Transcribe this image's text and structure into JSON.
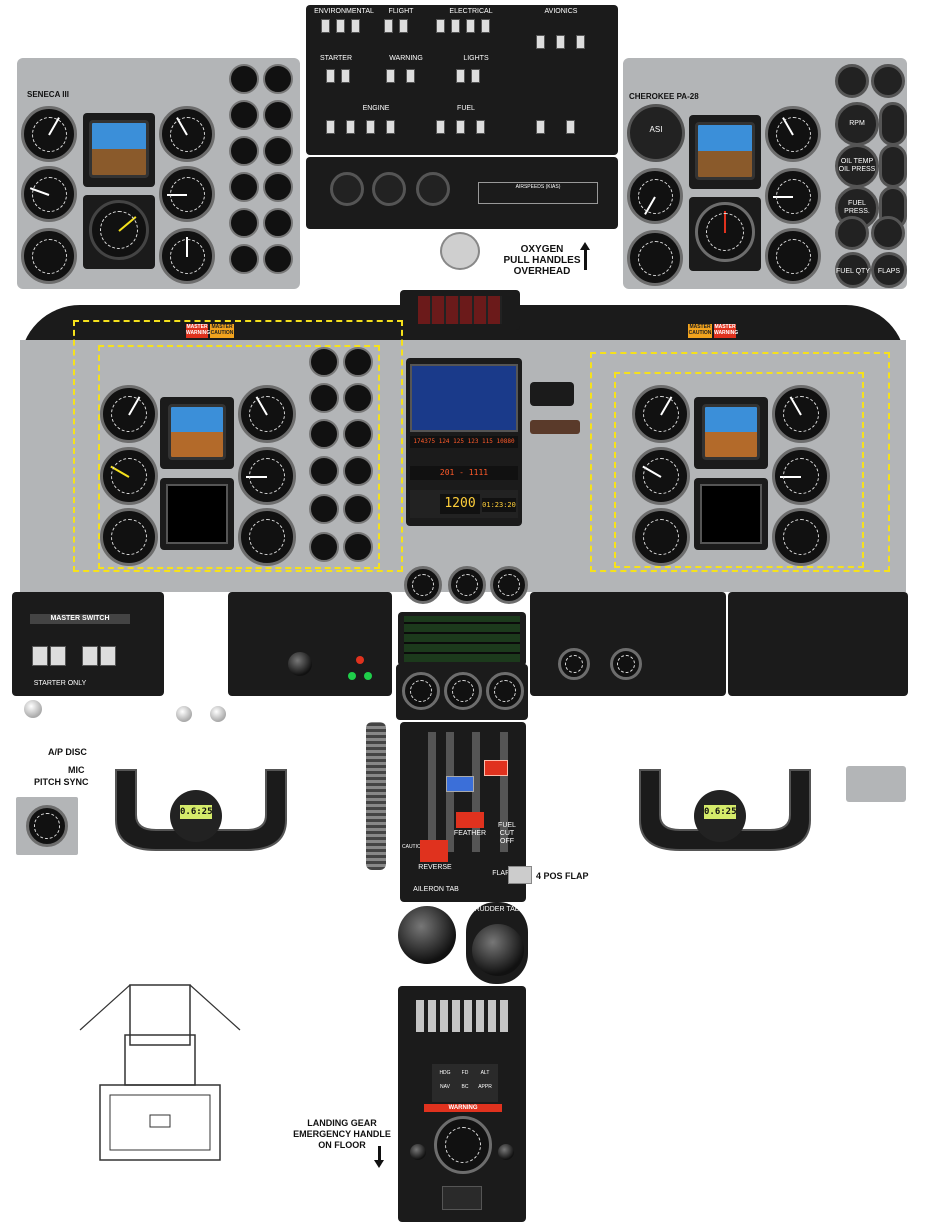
{
  "seneca": {
    "title": "SENECA III"
  },
  "cherokee": {
    "title": "CHEROKEE PA-28",
    "asi": "ASI",
    "rpm": "RPM",
    "oil": "OIL TEMP OIL PRESS",
    "fuel_press": "FUEL PRESS.",
    "fuel_qty": "FUEL QTY",
    "flaps": "FLAPS"
  },
  "overhead": {
    "headers": [
      "ENVIRONMENTAL",
      "FLIGHT",
      "ELECTRICAL",
      "AVIONICS"
    ],
    "sections": [
      "STARTER",
      "WARNING",
      "LIGHTS",
      "ENGINE",
      "FUEL"
    ],
    "airspeeds_title": "AIRSPEEDS (KIAS)"
  },
  "oxygen_note": "OXYGEN\nPULL HANDLES\nOVERHEAD",
  "glareshield": {
    "master_warning": "MASTER WARNING",
    "master_caution": "MASTER CAUTION"
  },
  "center": {
    "transponder_code": "1200",
    "flight_time": "01:23:20",
    "freq_line": "174375 124 125 123 115 10880",
    "nav_line": "201 - 1111"
  },
  "lower_left": {
    "master_switch": "MASTER SWITCH",
    "starter": "STARTER ONLY"
  },
  "controls": {
    "reverse": "REVERSE",
    "feather": "FEATHER",
    "fuel_cutoff": "FUEL CUT OFF",
    "flap": "FLAP",
    "aileron_tab": "AILERON TAB",
    "rudder_tab": "RUDDER TAB",
    "caution": "CAUTION"
  },
  "yoke": {
    "clock_left": "0.6:25",
    "clock_right": "0.6:25"
  },
  "notes": {
    "ap_disc": "A/P DISC",
    "mic": "MIC",
    "pitch_sync": "PITCH SYNC",
    "four_pos_flap": "4 POS FLAP",
    "landing_gear": "LANDING GEAR\nEMERGENCY HANDLE\nON FLOOR"
  },
  "pedestal": {
    "warning": "WARNING",
    "ap_buttons": [
      "HDG",
      "FD",
      "ALT",
      "NAV",
      "BC",
      "APPR"
    ]
  },
  "colors": {
    "panel_grey": "#b3b5b7",
    "dark": "#1b1b1b",
    "yellow": "#f5e11c",
    "red": "#e0321e",
    "amber": "#f2a31d"
  }
}
